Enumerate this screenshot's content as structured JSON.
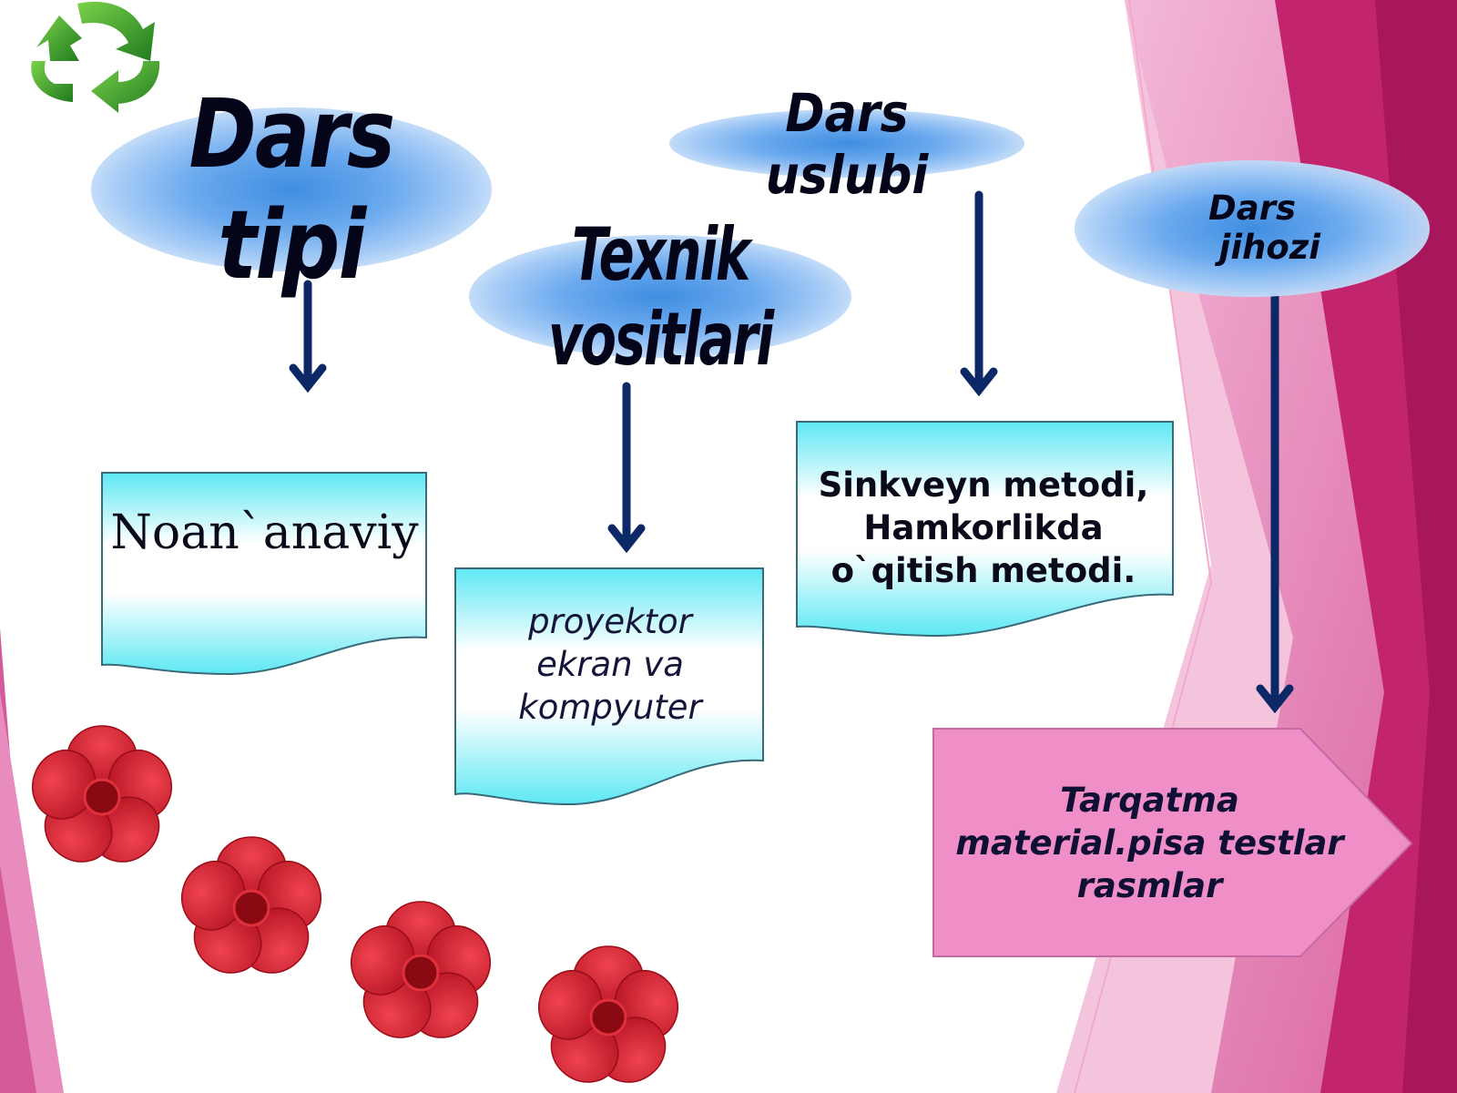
{
  "nodes": {
    "dars_tipi": "Dars   tipi",
    "texnik_vositalari": "Texnik  vositlari",
    "dars_uslubi": "Dars   uslubi",
    "dars_jihozi": "Dars\n   jihozi"
  },
  "boxes": {
    "noananaviy": "Noan`anaviy",
    "proyektor": [
      "proyektor",
      "ekran va",
      "kompyuter"
    ],
    "sinkveyn": [
      "Sinkveyn metodi,",
      "Hamkorlikda",
      "o`qitish metodi."
    ],
    "tarqatma": [
      "Tarqatma",
      "material.pisa  testlar",
      "rasmlar"
    ]
  },
  "colors": {
    "arrow": "#0d2866",
    "box_top": "#ffffff",
    "box_bottom": "#5de8f3",
    "pink_box": "#f08fc7",
    "magenta_bg": "#c2246d",
    "pink_bg": "#e07fb4"
  },
  "icons": [
    "recycle-icon",
    "flower-icon"
  ]
}
